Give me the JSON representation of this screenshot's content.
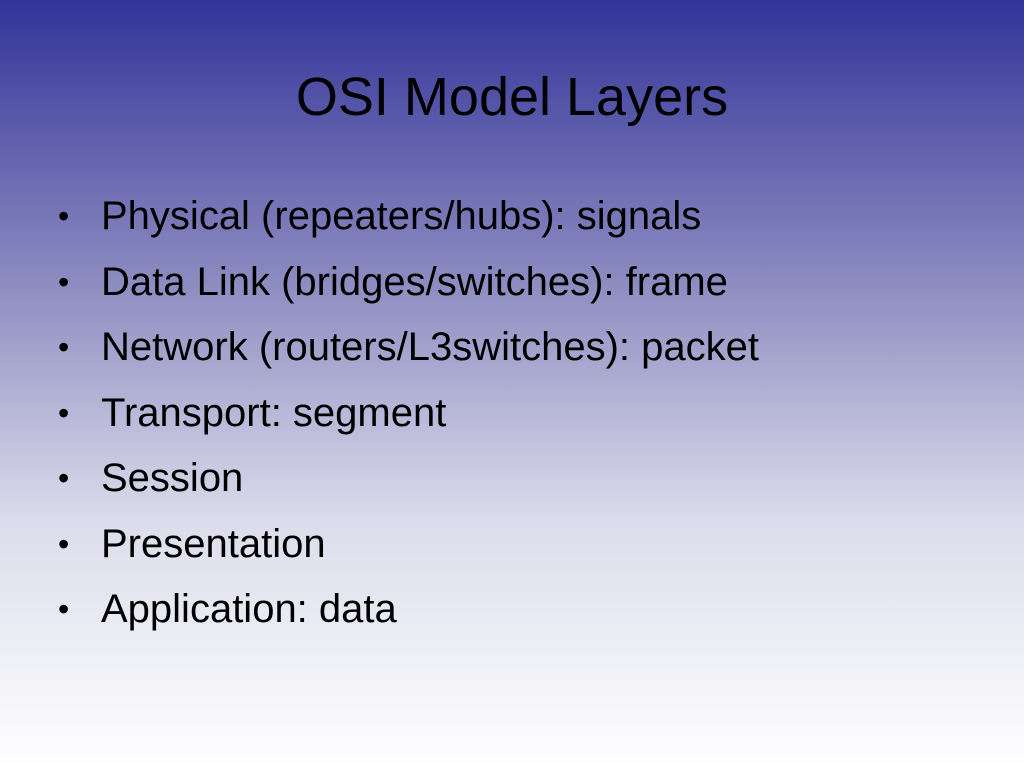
{
  "slide": {
    "title": "OSI Model Layers",
    "bullet_glyph": "•",
    "bullets": [
      "Physical (repeaters/hubs): signals",
      "Data Link (bridges/switches): frame",
      "Network (routers/L3switches): packet",
      "Transport: segment",
      "Session",
      "Presentation",
      "Application: data"
    ]
  },
  "colors": {
    "gradient_top": "#333399",
    "gradient_bottom": "#ffffff",
    "text": "#000000"
  }
}
